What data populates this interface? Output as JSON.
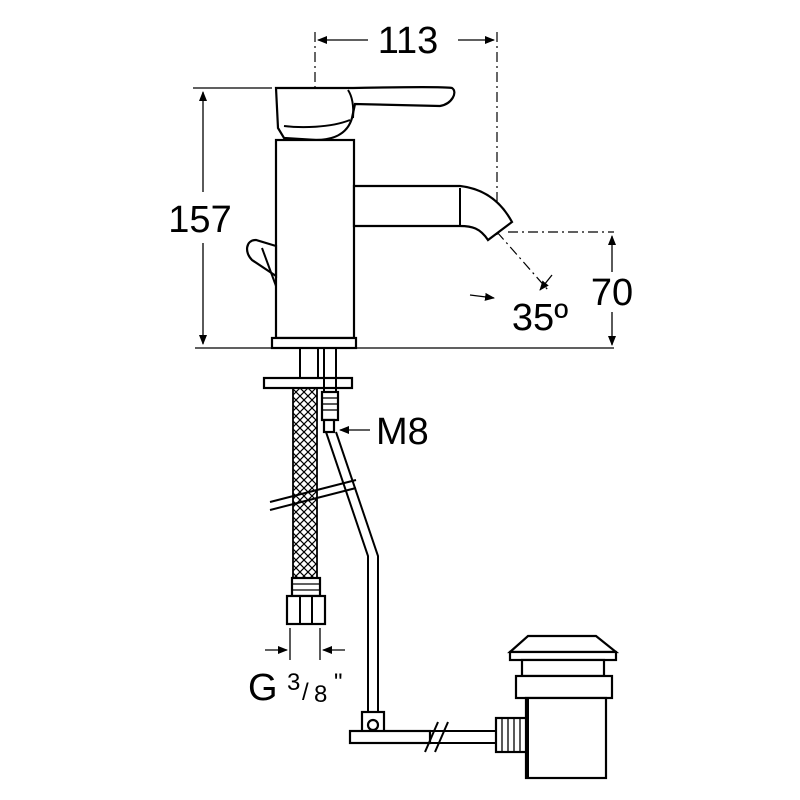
{
  "dimensions": {
    "width": "113",
    "height": "157",
    "spout_height": "70",
    "angle": "35º",
    "thread": "M8",
    "connection_prefix": "G",
    "connection_num": "3",
    "connection_den": "8",
    "connection_unit": "\""
  }
}
